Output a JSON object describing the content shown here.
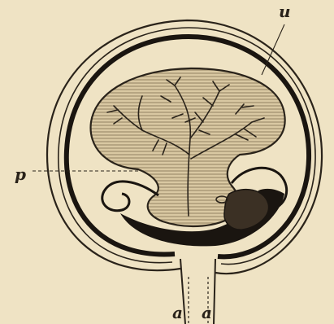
{
  "labels": {
    "u": "u",
    "p": "p",
    "a_left": "a",
    "a_right": "a"
  },
  "colors": {
    "paper": "#efe3c4",
    "ink": "#2a231a",
    "fill": "#d9c8a2",
    "dark": "#1a1510"
  }
}
